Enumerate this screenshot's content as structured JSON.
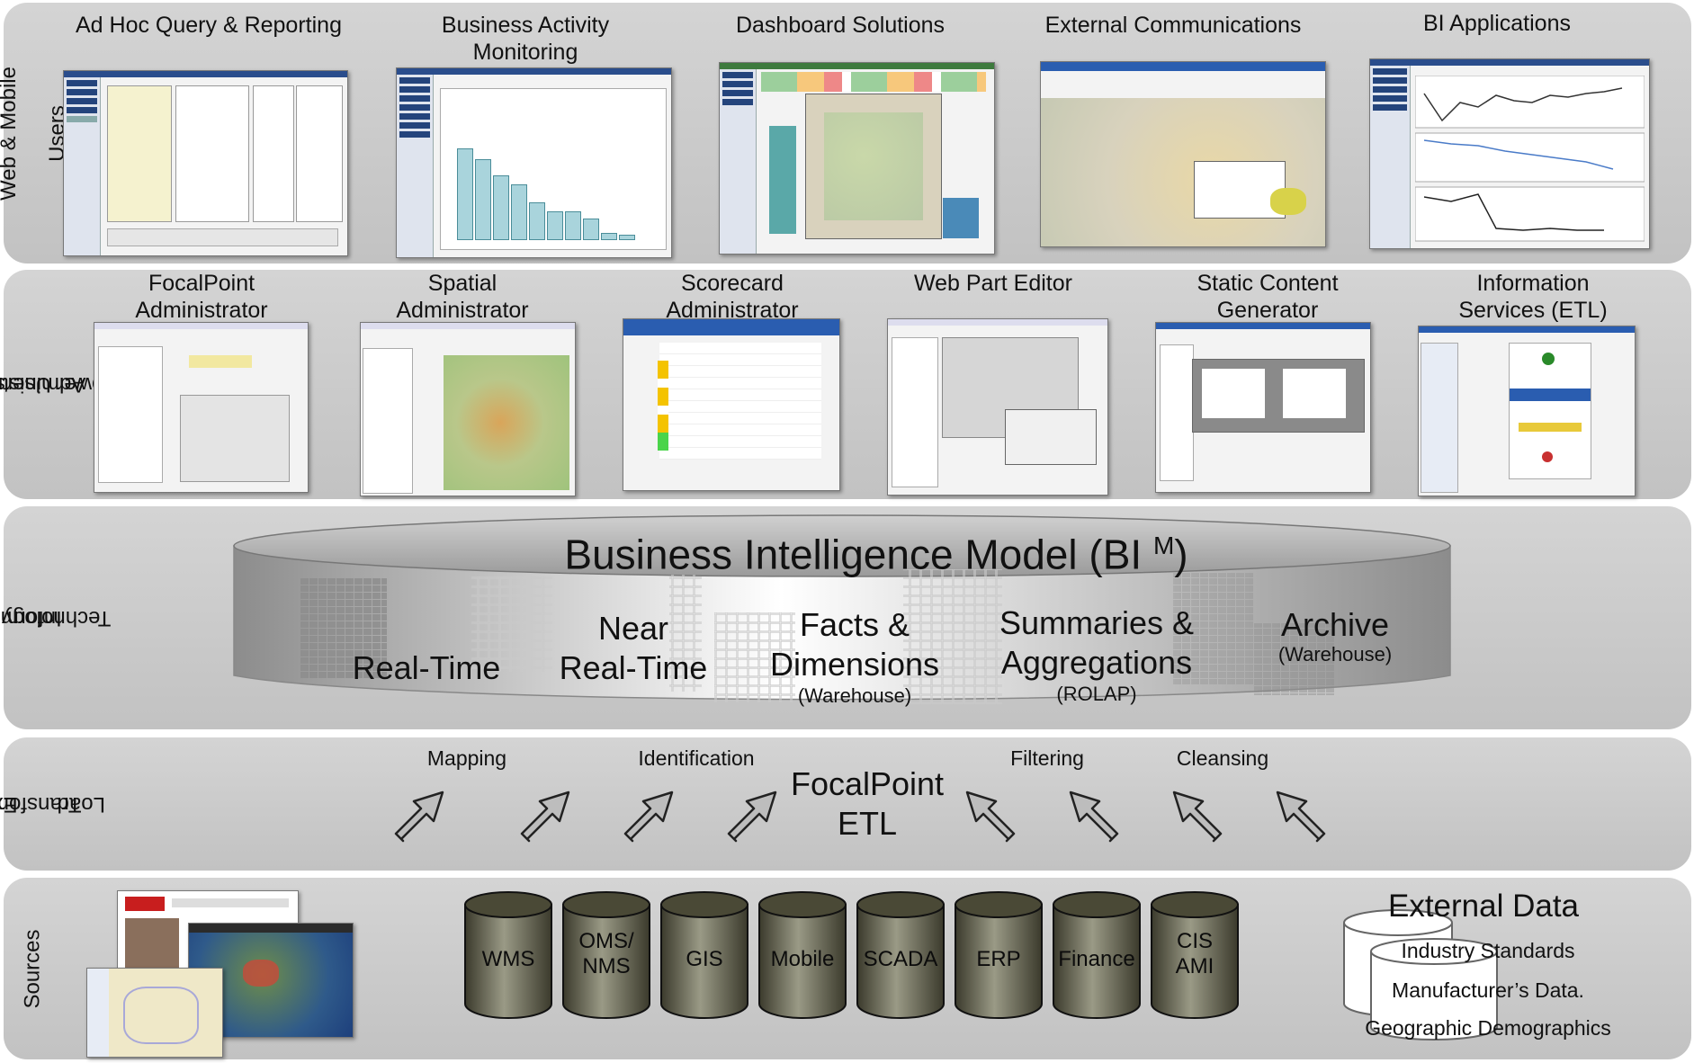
{
  "layers": {
    "web_mobile_label": [
      "Web & Mobile",
      "Users"
    ],
    "admin_label": [
      "Administrative &",
      "Power Users"
    ],
    "it_label": [
      "Information",
      "Technology"
    ],
    "etl_label": [
      "Extract",
      "Transform",
      "Load"
    ],
    "sources_label": "Sources"
  },
  "web_apps": [
    {
      "title": "Ad Hoc Query & Reporting",
      "icon": "ad-hoc-query-screenshot"
    },
    {
      "title": "Business Activity Monitoring",
      "icon": "bar-chart-screenshot"
    },
    {
      "title": "Dashboard Solutions",
      "icon": "dashboard-screenshot"
    },
    {
      "title": "External Communications",
      "icon": "outage-map-screenshot"
    },
    {
      "title": "BI Applications",
      "icon": "line-chart-screenshot"
    }
  ],
  "admin_tools": [
    {
      "title": "FocalPoint Administrator"
    },
    {
      "title": "Spatial Administrator"
    },
    {
      "title": "Scorecard Administrator"
    },
    {
      "title": "Web Part Editor"
    },
    {
      "title": "Static Content Generator"
    },
    {
      "title": "Information Services (ETL)"
    }
  ],
  "bi_model": {
    "title": "Business Intelligence Model (BI",
    "superscript": "M",
    "close_paren": ")",
    "segments": [
      {
        "line1": "Real-Time",
        "line2": "",
        "sub": ""
      },
      {
        "line1": "Near",
        "line2": "Real-Time",
        "sub": ""
      },
      {
        "line1": "Facts &",
        "line2": "Dimensions",
        "sub": "(Warehouse)"
      },
      {
        "line1": "Summaries &",
        "line2": "Aggregations",
        "sub": "(ROLAP)"
      },
      {
        "line1": "Archive",
        "line2": "",
        "sub": "(Warehouse)"
      }
    ]
  },
  "etl": {
    "title_line1": "FocalPoint",
    "title_line2": "ETL",
    "steps": [
      "Mapping",
      "Identification",
      "Filtering",
      "Cleansing"
    ]
  },
  "sources": {
    "databases": [
      "WMS",
      "OMS/ NMS",
      "GIS",
      "Mobile",
      "SCADA",
      "ERP",
      "Finance",
      "CIS AMI"
    ],
    "external_title": "External Data",
    "external_items": [
      "Industry Standards",
      "Manufacturer’s Data.",
      "Geographic Demographics"
    ]
  },
  "colors": {
    "layer_bg": "#cfcfcf",
    "cylinder_dark": "#3b3a2c",
    "cylinder_light": "#9a9a86",
    "nav_blue": "#24447c",
    "bar_teal": "#a9d4dc"
  }
}
